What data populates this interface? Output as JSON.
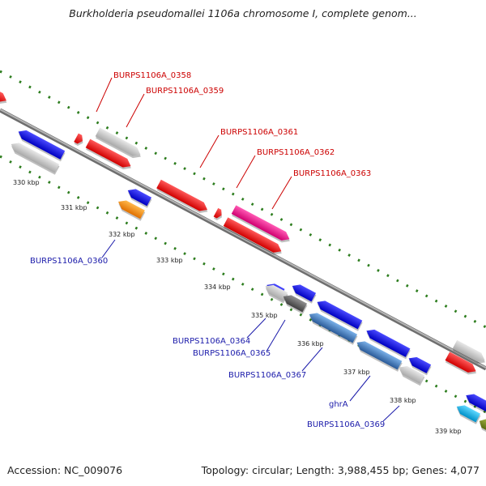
{
  "title": "Burkholderia pseudomallei 1106a chromosome I, complete genom...",
  "footer": {
    "accession": "Accession: NC_009076",
    "topology": "Topology: circular; Length: 3,988,455 bp; Genes: 4,077"
  },
  "colors": {
    "forward_label": "#cc0000",
    "reverse_label": "#1a1aaa",
    "backbone": "#8c8c8c",
    "tick": "#2d7d1e",
    "red": "#ff1a1a",
    "blue": "#1a1aff",
    "grey": "#c8c8c8",
    "pink": "#ff1a9a",
    "orange": "#ff9a1a",
    "steel": "#4a86c8",
    "dark_grey": "#666666",
    "cyan": "#20c0f0",
    "olive": "#7a8a1a"
  },
  "scale_ticks": [
    "330 kbp",
    "331 kbp",
    "332 kbp",
    "333 kbp",
    "334 kbp",
    "335 kbp",
    "336 kbp",
    "337 kbp",
    "338 kbp",
    "339 kbp"
  ],
  "forward_genes": [
    {
      "label": "BURPS1106A_0358",
      "color": "red"
    },
    {
      "label": "BURPS1106A_0359",
      "color": "red"
    },
    {
      "label": "BURPS1106A_0361",
      "color": "red"
    },
    {
      "label": "BURPS1106A_0362",
      "color": "red"
    },
    {
      "label": "BURPS1106A_0363",
      "color": "pink"
    }
  ],
  "reverse_genes": [
    {
      "label": "BURPS1106A_0360",
      "color": "orange"
    },
    {
      "label": "BURPS1106A_0364",
      "color": "grey"
    },
    {
      "label": "BURPS1106A_0365",
      "color": "dark_grey"
    },
    {
      "label": "BURPS1106A_0367",
      "color": "steel"
    },
    {
      "label": "ghrA",
      "color": "blue"
    },
    {
      "label": "BURPS1106A_0369",
      "color": "cyan"
    }
  ]
}
